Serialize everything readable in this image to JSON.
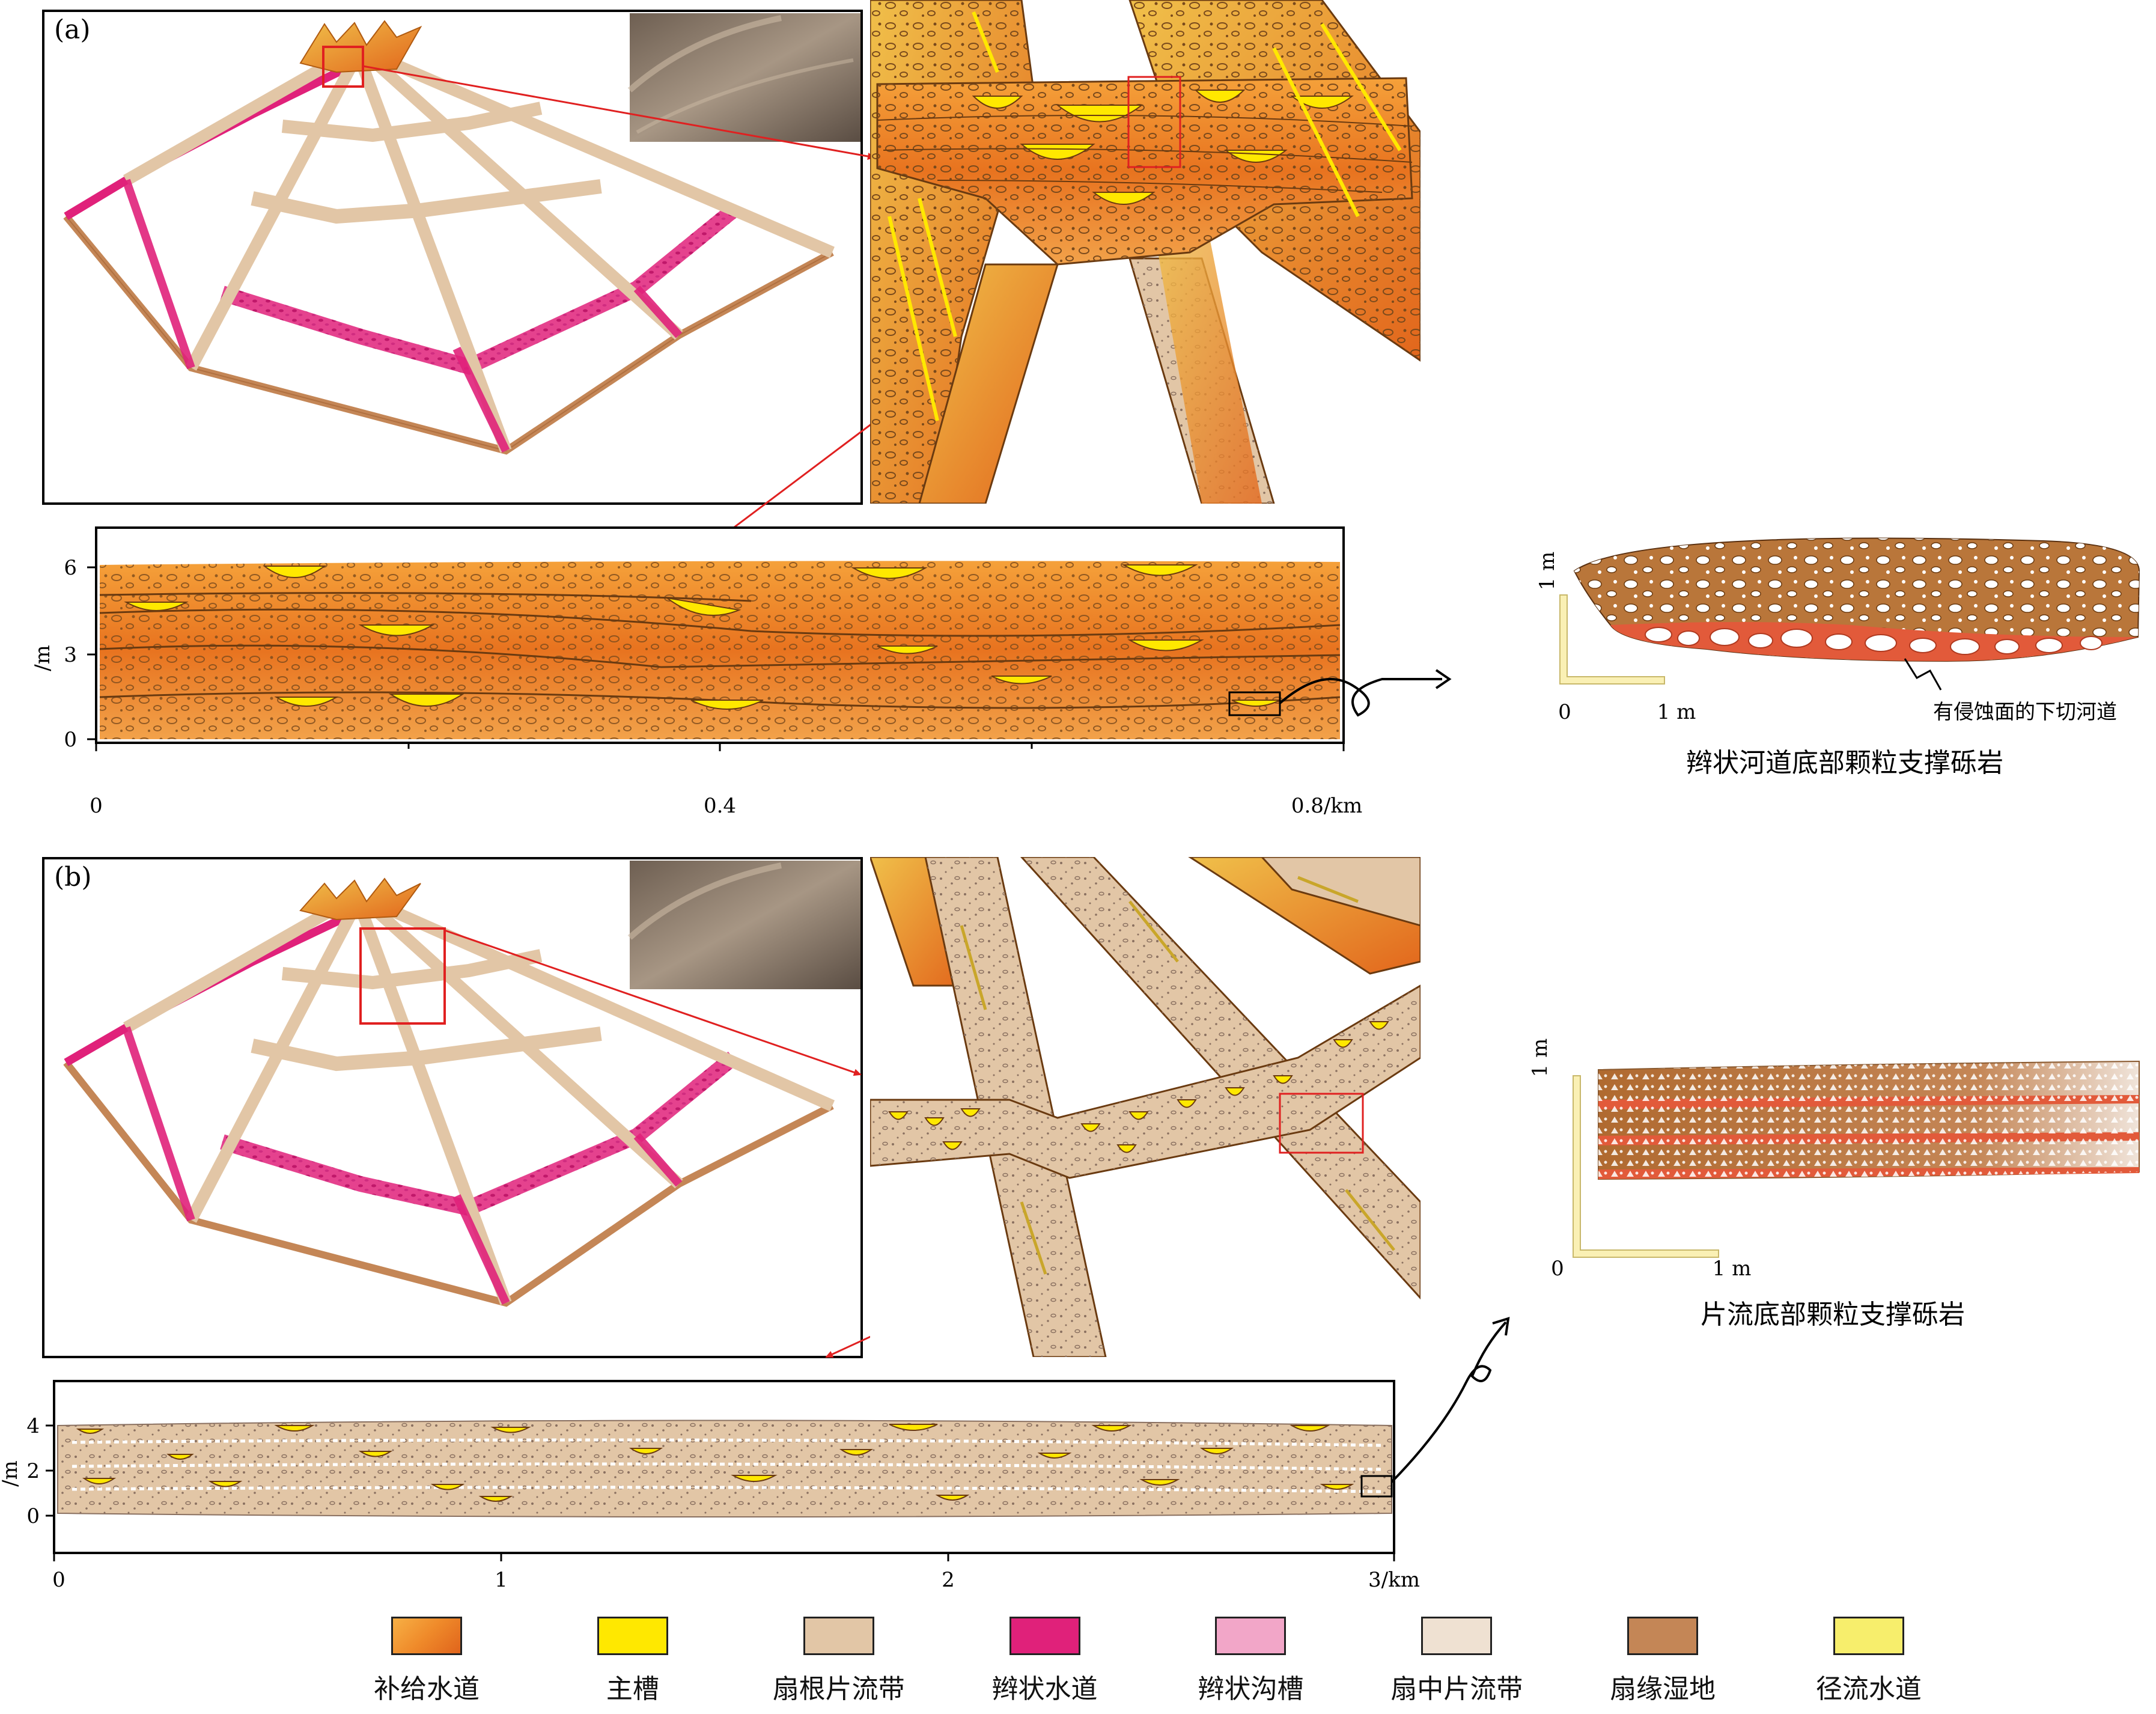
{
  "panels": {
    "a": {
      "tag": "(a)"
    },
    "b": {
      "tag": "(b)"
    }
  },
  "section_a": {
    "y_axis_label": "/m",
    "y_ticks": [
      "0",
      "3",
      "6"
    ],
    "x_ticks": [
      "0",
      "0.4",
      "0.8/km"
    ],
    "inset_scale_y": "1 m",
    "inset_scale_x": "1 m",
    "inset_scale_origin": "0",
    "inset_annotation": "有侵蚀面的下切河道",
    "inset_caption": "辫状河道底部颗粒支撑砾岩"
  },
  "section_b": {
    "y_axis_label": "/m",
    "y_ticks": [
      "0",
      "2",
      "4"
    ],
    "x_ticks": [
      "0",
      "1",
      "2",
      "3/km"
    ],
    "inset_scale_y": "1 m",
    "inset_scale_x": "1 m",
    "inset_scale_origin": "0",
    "inset_caption": "片流底部颗粒支撑砾岩"
  },
  "legend": {
    "items": [
      {
        "label": "补给水道",
        "color": "#ef8a2a"
      },
      {
        "label": "主槽",
        "color": "#ffe800"
      },
      {
        "label": "扇根片流带",
        "color": "#e2c6a6"
      },
      {
        "label": "辫状水道",
        "color": "#e0217a"
      },
      {
        "label": "辫状沟槽",
        "color": "#f2a6c8"
      },
      {
        "label": "扇中片流带",
        "color": "#efe1d2"
      },
      {
        "label": "扇缘湿地",
        "color": "#c48656"
      },
      {
        "label": "径流水道",
        "color": "#f7ee6c"
      }
    ]
  },
  "colors": {
    "feeder": "#ef8a2a",
    "sheet_root": "#e2c6a6",
    "braided": "#e0217a",
    "sheet_mid": "#efe1d2",
    "fringe": "#c48656",
    "channel_yellow": "#ffe800",
    "arrow_red": "#e02020"
  }
}
